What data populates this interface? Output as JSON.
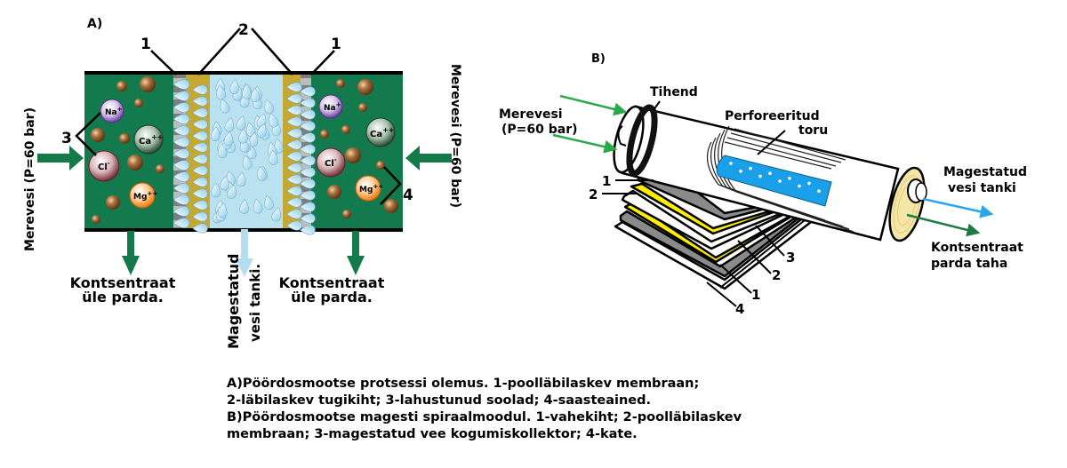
{
  "panel_a": {
    "label": "A)",
    "left_inlet_label": "Merevesi (P=60 bar)",
    "right_inlet_label": "Merevesi (P=60 bar)",
    "callouts": {
      "membrane_left": "1",
      "support_layer": "2",
      "membrane_right": "1",
      "dissolved_salts": "3",
      "contaminants": "4"
    },
    "ions_left": [
      "Na+",
      "Ca++",
      "Cl-",
      "Mg++"
    ],
    "ions_right": [
      "Na+",
      "Ca++",
      "Cl-",
      "Mg++"
    ],
    "ion_labels": {
      "na": "Na",
      "na_sup": "+",
      "ca": "Ca",
      "ca_sup": "++",
      "cl": "Cl",
      "cl_sup": "-",
      "mg": "Mg",
      "mg_sup": "++"
    },
    "outlet_left": {
      "line1": "Kontsentraat",
      "line2": "üle parda."
    },
    "outlet_right": {
      "line1": "Kontsentraat",
      "line2": "üle parda."
    },
    "product": {
      "line1": "Magestatud",
      "line2": "vesi tanki."
    },
    "colors": {
      "seawater": "#127a4c",
      "membrane": "#8c8c8c",
      "support": "#c4a832",
      "product_water": "#b9e1f0",
      "arrow_green": "#157a4a",
      "arrow_lightblue": "#b3def0"
    }
  },
  "panel_b": {
    "label": "B)",
    "inlet_label_line1": "Merevesi",
    "inlet_label_line2": "(P=60 bar)",
    "seal_label": "Tihend",
    "tube_label_line1": "Perforeeritud",
    "tube_label_line2": "toru",
    "product_label_line1": "Magestatud",
    "product_label_line2": "vesi tanki",
    "concentrate_label_line1": "Kontsentraat",
    "concentrate_label_line2": "parda taha",
    "layer_callouts_left": [
      "1",
      "2"
    ],
    "layer_callouts_bottom": [
      "3",
      "2",
      "1",
      "4"
    ],
    "colors": {
      "inlet_arrow": "#2aa84a",
      "product_arrow": "#2aa6ec",
      "concentrate_arrow": "#1f7a44",
      "perforated_tube": "#1aa0e8",
      "membrane_yellow": "#ffee00",
      "spacer_gray": "#8a8a8a",
      "end_cap": "#f5e6a8"
    }
  },
  "caption": {
    "line1": "A)Pöördosmootse protsessi olemus. 1-poolläbilaskev membraan;",
    "line2": "2-läbilaskev tugikiht; 3-lahustunud soolad; 4-saasteained.",
    "line3": "B)Pöördosmootse magesti spiraalmoodul. 1-vahekiht; 2-poolläbilaskev",
    "line4": "membraan; 3-magestatud vee kogumiskollektor; 4-kate."
  }
}
